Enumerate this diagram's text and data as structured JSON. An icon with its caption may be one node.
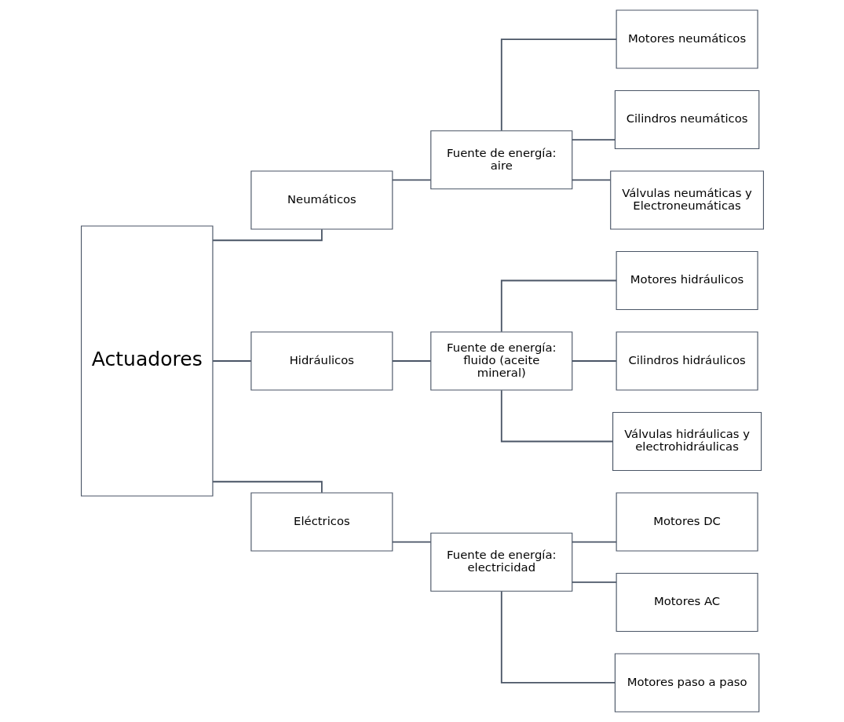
{
  "diagram": {
    "nodes": [
      {
        "text": [
          "Actuadores"
        ]
      },
      {
        "text": [
          "Neumáticos"
        ]
      },
      {
        "text": [
          "Fuente de energía: aire"
        ]
      },
      {
        "text": [
          "Motores neumáticos"
        ]
      },
      {
        "text": [
          "Cilindros neumáticos"
        ]
      },
      {
        "text": [
          "Válvulas neumáticas y Electroneumáticas"
        ]
      },
      {
        "text": [
          "Hidráulicos"
        ]
      },
      {
        "text": [
          "Fuente de energía: fluido (aceite mineral)"
        ]
      },
      {
        "text": [
          "Motores hidráulicos"
        ]
      },
      {
        "text": [
          "Cilindros hidráulicos"
        ]
      },
      {
        "text": [
          "Válvulas hidráulicas y electrohidráulicas"
        ]
      },
      {
        "text": [
          "Eléctricos"
        ]
      },
      {
        "text": [
          "Fuente de energía: electricidad"
        ]
      },
      {
        "text": [
          "Motores DC"
        ]
      },
      {
        "text": [
          "Motores AC"
        ]
      },
      {
        "text": [
          "Motores paso a paso"
        ]
      }
    ],
    "edges": [
      {
        "from": 0,
        "to": 1,
        "arrow": "none"
      },
      {
        "from": 0,
        "to": 6,
        "arrow": "none"
      },
      {
        "from": 0,
        "to": 11,
        "arrow": "none"
      },
      {
        "from": 1,
        "to": 2,
        "arrow": "none"
      },
      {
        "from": 2,
        "to": 3,
        "arrow": "none"
      },
      {
        "from": 2,
        "to": 4,
        "arrow": "none"
      },
      {
        "from": 2,
        "to": 5,
        "arrow": "none"
      },
      {
        "from": 6,
        "to": 7,
        "arrow": "none"
      },
      {
        "from": 7,
        "to": 8,
        "arrow": "none"
      },
      {
        "from": 7,
        "to": 9,
        "arrow": "none"
      },
      {
        "from": 7,
        "to": 10,
        "arrow": "none"
      },
      {
        "from": 11,
        "to": 12,
        "arrow": "none"
      },
      {
        "from": 12,
        "to": 13,
        "arrow": "none"
      },
      {
        "from": 12,
        "to": 14,
        "arrow": "none"
      },
      {
        "from": 12,
        "to": 15,
        "arrow": "none"
      }
    ]
  }
}
